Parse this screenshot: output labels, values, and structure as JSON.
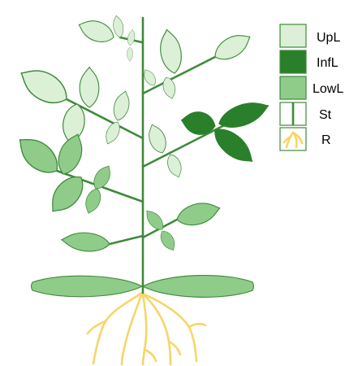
{
  "legend": {
    "items": [
      {
        "key": "upper-leaves",
        "label": "UpL",
        "color": "#dcefd7"
      },
      {
        "key": "inflorescence-leaves",
        "label": "InfL",
        "color": "#2a7f2b"
      },
      {
        "key": "lower-leaves",
        "label": "LowL",
        "color": "#8fcc8a"
      },
      {
        "key": "stem",
        "label": "St",
        "color": "#3f8a3a"
      },
      {
        "key": "root",
        "label": "R",
        "color": "#f7d567"
      }
    ]
  },
  "colors": {
    "outline": "#3f8a3a",
    "upper_leaf_fill": "#dcefd7",
    "lower_leaf_fill": "#8fcc8a",
    "inflorescence_leaf_fill": "#2a7f2b",
    "root": "#f7d567"
  }
}
